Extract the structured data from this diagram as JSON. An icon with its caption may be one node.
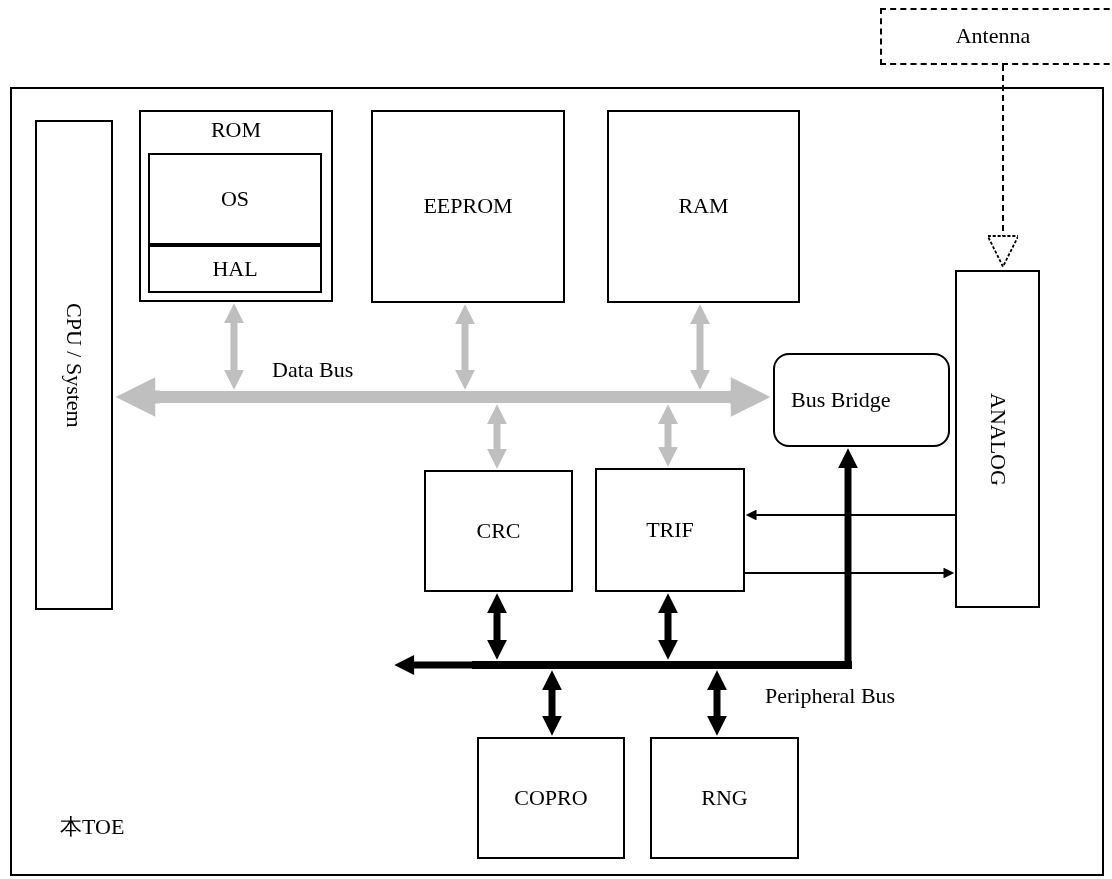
{
  "diagram": {
    "nodes": [
      {
        "text": [
          "本TOE"
        ]
      },
      {
        "text": [
          "CPU / System"
        ],
        "in": 0
      },
      {
        "text": [
          "ROM"
        ],
        "in": 0
      },
      {
        "text": [
          "OS"
        ],
        "in": 2
      },
      {
        "text": [
          "HAL"
        ],
        "in": 2
      },
      {
        "text": [
          "EEPROM"
        ],
        "in": 0
      },
      {
        "text": [
          "RAM"
        ],
        "in": 0
      },
      {
        "text": [
          "Bus Bridge"
        ],
        "in": 0
      },
      {
        "text": [
          "ANALOG"
        ],
        "in": 0
      },
      {
        "text": [
          "CRC"
        ],
        "in": 0
      },
      {
        "text": [
          "TRIF"
        ],
        "in": 0
      },
      {
        "text": [
          "COPRO"
        ],
        "in": 0
      },
      {
        "text": [
          "RNG"
        ],
        "in": 0
      },
      {
        "text": [
          "Antenna"
        ]
      },
      {
        "text": [],
        "shape": "bar",
        "in": 0
      },
      {
        "text": [],
        "shape": "bar",
        "in": 0
      }
    ],
    "edges": [
      {
        "from": 14,
        "to": 1,
        "arrow": "to",
        "style": "thick",
        "color": "#bfbfbf"
      },
      {
        "from": 14,
        "to": 7,
        "arrow": "to",
        "style": "thick",
        "color": "#bfbfbf"
      },
      {
        "from": 2,
        "to": 14,
        "arrow": "both",
        "color": "#bfbfbf"
      },
      {
        "from": 5,
        "to": 14,
        "arrow": "both",
        "color": "#bfbfbf"
      },
      {
        "from": 6,
        "to": 14,
        "arrow": "both",
        "color": "#bfbfbf"
      },
      {
        "from": 9,
        "to": 14,
        "arrow": "both",
        "color": "#bfbfbf"
      },
      {
        "from": 10,
        "to": 14,
        "arrow": "both",
        "color": "#bfbfbf"
      },
      {
        "from": 15,
        "to": 7,
        "arrow": "to"
      },
      {
        "from": 15,
        "to": null,
        "arrow": "to"
      },
      {
        "from": 9,
        "to": 15,
        "arrow": "both"
      },
      {
        "from": 10,
        "to": 15,
        "arrow": "both"
      },
      {
        "from": 11,
        "to": 15,
        "arrow": "both"
      },
      {
        "from": 12,
        "to": 15,
        "arrow": "both"
      },
      {
        "from": 8,
        "to": 10,
        "arrow": "to"
      },
      {
        "from": 10,
        "to": 8,
        "arrow": "to"
      },
      {
        "from": 13,
        "to": 8,
        "arrow": "to",
        "style": "dashed"
      }
    ],
    "labels": [
      "Data Bus",
      "Peripheral Bus"
    ]
  }
}
